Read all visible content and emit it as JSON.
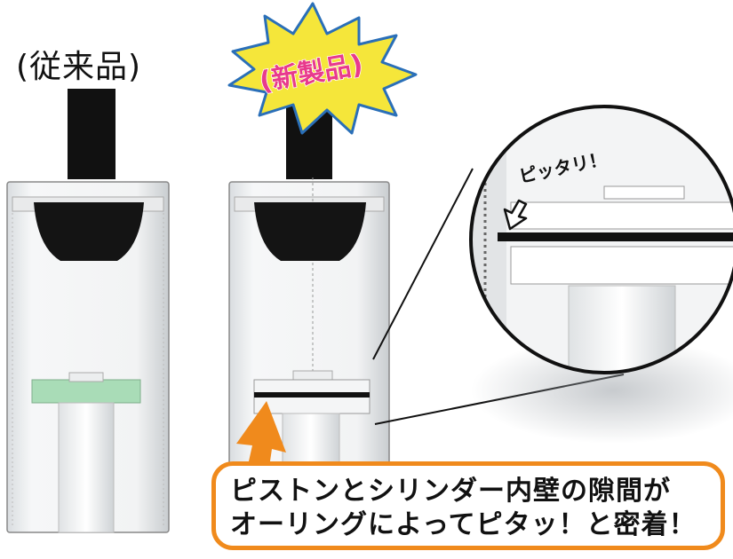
{
  "labels": {
    "old_product": "(従来品)",
    "new_product": "(新製品)",
    "fit_note": "ピッタリ！"
  },
  "callout": {
    "line1": "ピストンとシリンダー内壁の隙間が",
    "line2": "オーリングによってピタッ！と密着！"
  },
  "colors": {
    "starburst": "#f5e63a",
    "starburst_text": "#e83a8c",
    "callout_border": "#f08a1c",
    "arrow": "#f08a1c",
    "old_piston": "#a9dcb7"
  }
}
